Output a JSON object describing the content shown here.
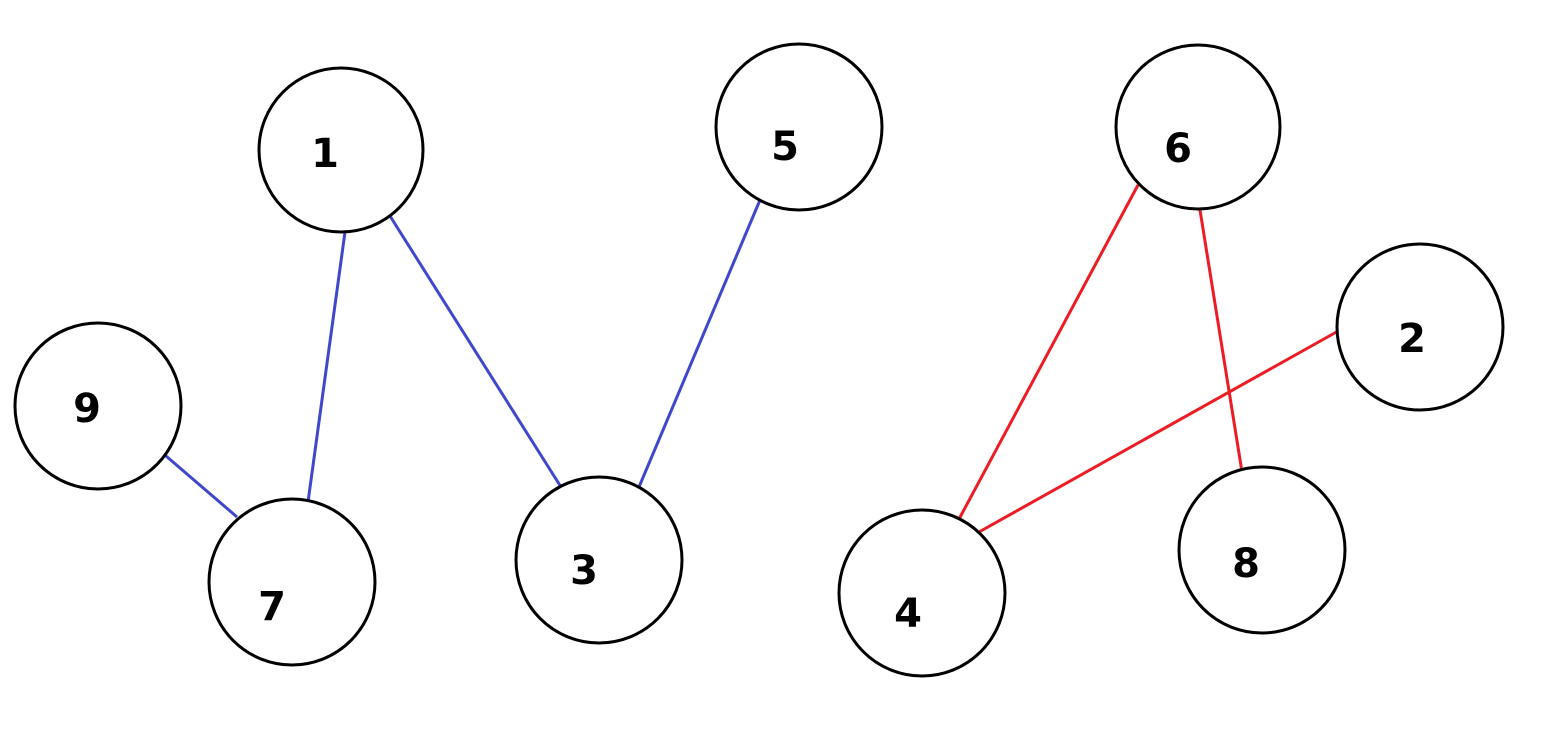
{
  "nodes": [
    {
      "id": "1",
      "label": "1"
    },
    {
      "id": "5",
      "label": "5"
    },
    {
      "id": "6",
      "label": "6"
    },
    {
      "id": "2",
      "label": "2"
    },
    {
      "id": "9",
      "label": "9"
    },
    {
      "id": "7",
      "label": "7"
    },
    {
      "id": "3",
      "label": "3"
    },
    {
      "id": "4",
      "label": "4"
    },
    {
      "id": "8",
      "label": "8"
    }
  ],
  "edges": [
    {
      "from": "1",
      "to": "7",
      "color": "#3f48cc"
    },
    {
      "from": "1",
      "to": "3",
      "color": "#3f48cc"
    },
    {
      "from": "5",
      "to": "3",
      "color": "#3f48cc"
    },
    {
      "from": "9",
      "to": "7",
      "color": "#3f48cc"
    },
    {
      "from": "6",
      "to": "4",
      "color": "#ed1c24"
    },
    {
      "from": "6",
      "to": "8",
      "color": "#ed1c24"
    },
    {
      "from": "2",
      "to": "4",
      "color": "#ed1c24"
    }
  ],
  "colors": {
    "blue_edge": "#3f48cc",
    "red_edge": "#ed1c24",
    "node_outline": "#000000",
    "background": "#ffffff"
  }
}
